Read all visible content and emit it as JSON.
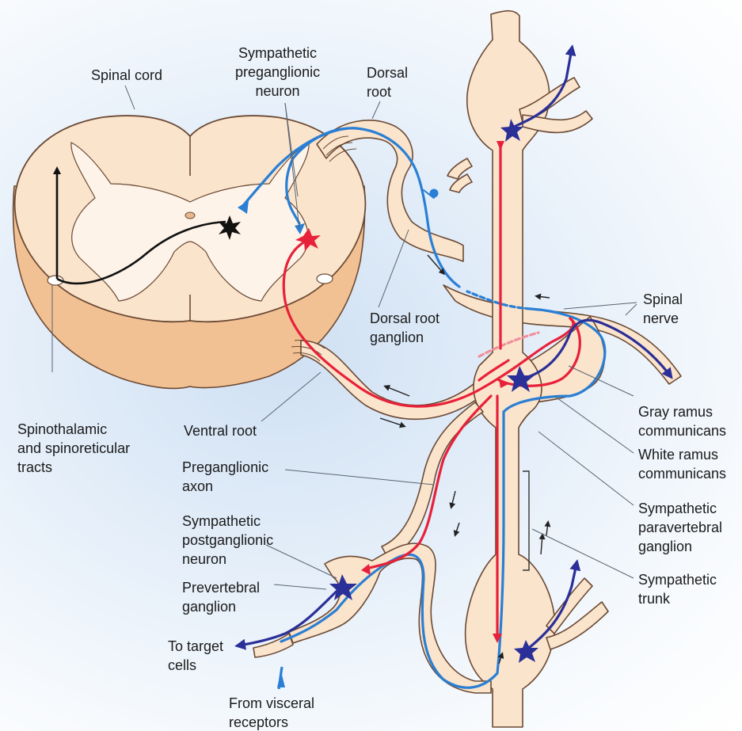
{
  "labels": {
    "spinal_cord": "Spinal cord",
    "symp_pre_neuron": "Sympathetic\npreganglionic\nneuron",
    "dorsal_root": "Dorsal\nroot",
    "spinal_nerve": "Spinal\nnerve",
    "drg": "Dorsal root\nganglion",
    "gray_ramus": "Gray ramus\ncommunicans",
    "white_ramus": "White ramus\ncommunicans",
    "spinothalamic": "Spinothalamic\nand spinoreticular\ntracts",
    "ventral_root": "Ventral root",
    "pre_axon": "Preganglionic\naxon",
    "symp_para_ganglion": "Sympathetic\nparavertebral\nganglion",
    "symp_post_neuron": "Sympathetic\npostganglionic\nneuron",
    "symp_trunk": "Sympathetic\ntrunk",
    "prevert_ganglion": "Prevertebral\nganglion",
    "target_cells": "To target\ncells",
    "visceral": "From visceral\nreceptors"
  },
  "colors": {
    "tissue_fill": "#fbe4cc",
    "tissue_outline": "#6b4a35",
    "gray_matter": "#fdf3e8",
    "cord_side": "#f2c193",
    "preganglionic": "#e8213a",
    "afferent": "#2a7fd4",
    "postganglionic": "#2b2f98",
    "ascending": "#111111"
  }
}
